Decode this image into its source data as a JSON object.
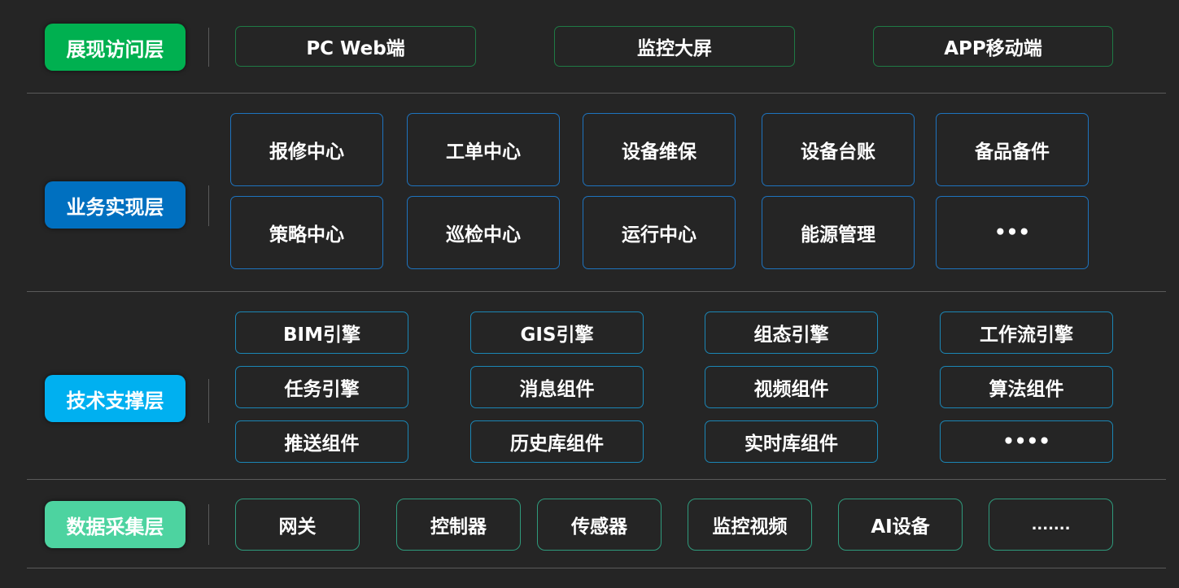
{
  "colors": {
    "background": "#252525",
    "presentation": "#00b050",
    "business": "#0070c0",
    "technical": "#00b0f0",
    "data": "#4dd3a0"
  },
  "layers": {
    "presentation": {
      "label": "展现访问层",
      "items": [
        "PC Web端",
        "监控大屏",
        "APP移动端"
      ]
    },
    "business": {
      "label": "业务实现层",
      "items": [
        "报修中心",
        "工单中心",
        "设备维保",
        "设备台账",
        "备品备件",
        "策略中心",
        "巡检中心",
        "运行中心",
        "能源管理",
        "•••"
      ]
    },
    "technical": {
      "label": "技术支撑层",
      "items": [
        "BIM引擎",
        "GIS引擎",
        "组态引擎",
        "工作流引擎",
        "任务引擎",
        "消息组件",
        "视频组件",
        "算法组件",
        "推送组件",
        "历史库组件",
        "实时库组件",
        "••••"
      ]
    },
    "data": {
      "label": "数据采集层",
      "items": [
        "网关",
        "控制器",
        "传感器",
        "监控视频",
        "AI设备",
        "......."
      ]
    }
  }
}
